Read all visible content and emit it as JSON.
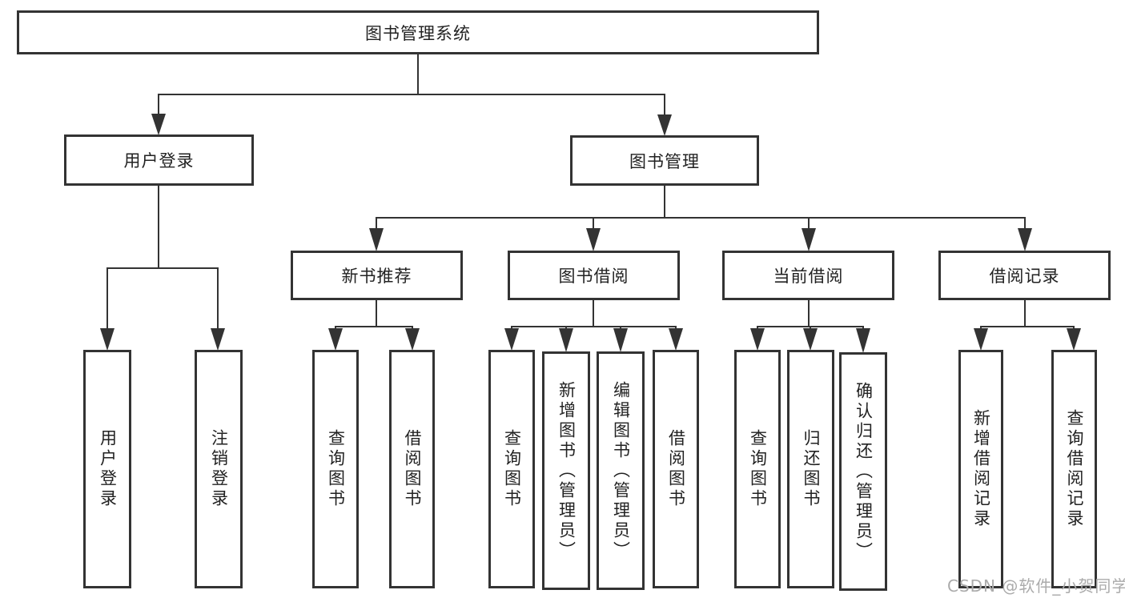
{
  "diagram": {
    "root": {
      "label": "图书管理系统"
    },
    "level2": [
      {
        "label": "用户登录"
      },
      {
        "label": "图书管理"
      }
    ],
    "level3": [
      {
        "label": "新书推荐"
      },
      {
        "label": "图书借阅"
      },
      {
        "label": "当前借阅"
      },
      {
        "label": "借阅记录"
      }
    ],
    "groups": [
      {
        "parent": "用户登录",
        "children": [
          "用户登录",
          "注销登录"
        ]
      },
      {
        "parent": "新书推荐",
        "children": [
          "查询图书",
          "借阅图书"
        ]
      },
      {
        "parent": "图书借阅",
        "children": [
          "查询图书",
          "新增图书（管理员）",
          "编辑图书（管理员）",
          "借阅图书"
        ]
      },
      {
        "parent": "当前借阅",
        "children": [
          "查询图书",
          "归还图书",
          "确认归还（管理员）"
        ]
      },
      {
        "parent": "借阅记录",
        "children": [
          "新增借阅记录",
          "查询借阅记录"
        ]
      }
    ]
  },
  "watermark": {
    "text": "CSDN @软件_小贺同学"
  },
  "colors": {
    "line": "#333333",
    "box_border": "#333333",
    "text": "#222222",
    "watermark": "#ababab",
    "background": "#ffffff"
  }
}
